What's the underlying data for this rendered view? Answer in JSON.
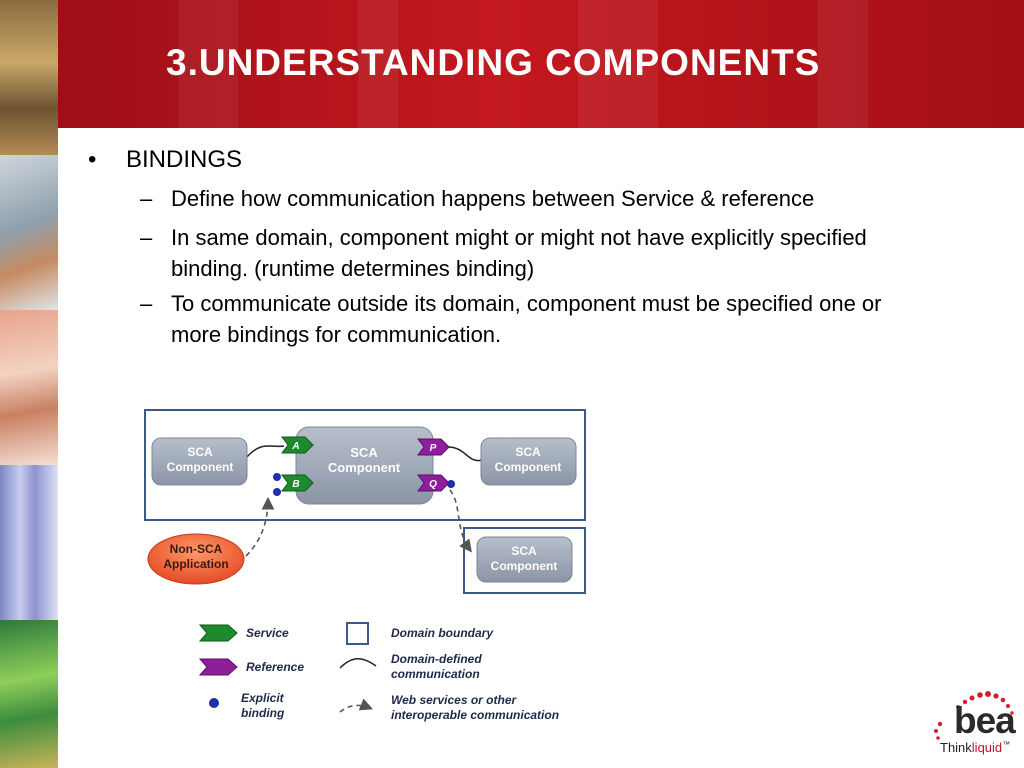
{
  "slide": {
    "title": "3.UNDERSTANDING COMPONENTS",
    "bullet": "BINDINGS",
    "bullet_marker": "•",
    "sub_marker": "–",
    "subpoints": [
      "Define how communication happens between Service & reference",
      "In same domain, component might or might not have explicitly specified binding. (runtime determines binding)",
      "To communicate outside its domain, component must be specified one or more bindings for communication."
    ]
  },
  "diagram": {
    "left_component": [
      "SCA",
      "Component"
    ],
    "center_component": [
      "SCA",
      "Component"
    ],
    "right_component": [
      "SCA",
      "Component"
    ],
    "outside_component": [
      "SCA",
      "Component"
    ],
    "non_sca_app": [
      "Non-SCA",
      "Application"
    ],
    "services": [
      "A",
      "B"
    ],
    "references": [
      "P",
      "Q"
    ],
    "legend": {
      "service": "Service",
      "reference": "Reference",
      "explicit_binding": [
        "Explicit",
        "binding"
      ],
      "domain_boundary": "Domain boundary",
      "domain_defined": [
        "Domain-defined",
        "communication"
      ],
      "web_services": [
        "Web services or other",
        "interoperable communication"
      ]
    },
    "colors": {
      "service": "#1e8a2e",
      "reference": "#8e1e9a",
      "binding_dot": "#1f2fa8",
      "component": "#9aa3b2",
      "domain_border": "#3c5a88",
      "non_sca": "#e8502c"
    }
  },
  "logo": {
    "word": "bea",
    "tag_think": "Think",
    "tag_liquid": "liquid",
    "tm": "™"
  }
}
